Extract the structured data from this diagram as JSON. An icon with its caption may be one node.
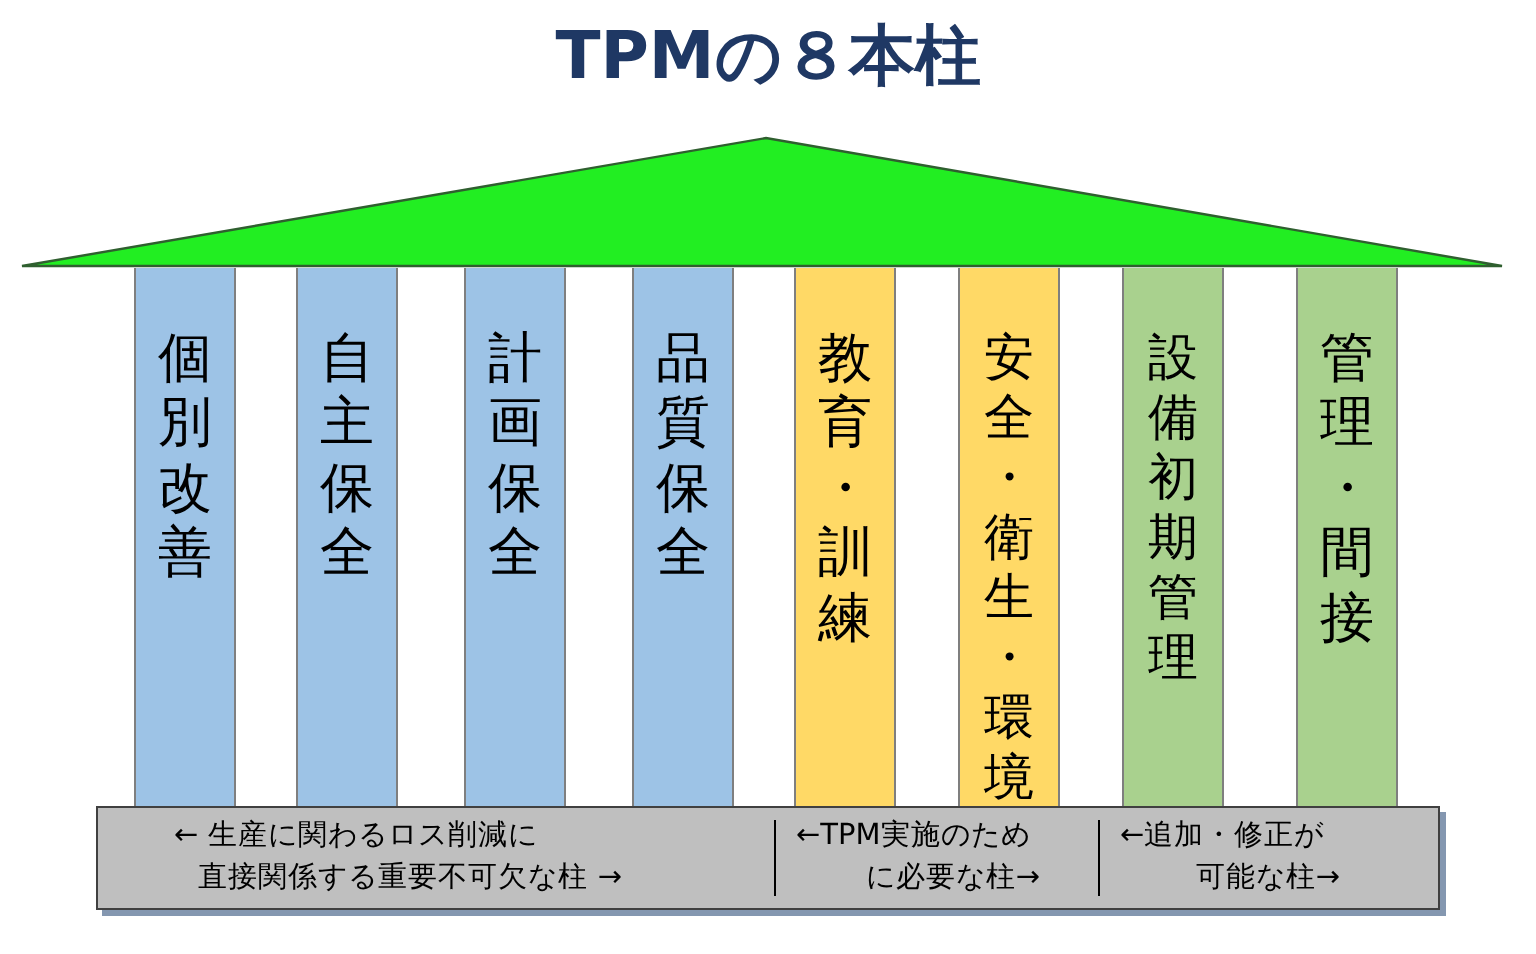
{
  "diagram": {
    "title": "TPMの８本柱",
    "nodes": [
      {
        "text": [
          "個別改善"
        ]
      },
      {
        "text": [
          "自主保全"
        ]
      },
      {
        "text": [
          "計画保全"
        ]
      },
      {
        "text": [
          "品質保全"
        ]
      },
      {
        "text": [
          "教育・訓練"
        ]
      },
      {
        "text": [
          "安全・衛生・環境"
        ]
      },
      {
        "text": [
          "設備初期管理"
        ]
      },
      {
        "text": [
          "管理・間接"
        ]
      },
      {
        "text": [
          "← 生産に関わるロス削減に直接関係する重要不可欠な柱 →",
          "←TPM実施のために必要な柱→",
          "←追加・修正が可能な柱→"
        ]
      }
    ]
  }
}
